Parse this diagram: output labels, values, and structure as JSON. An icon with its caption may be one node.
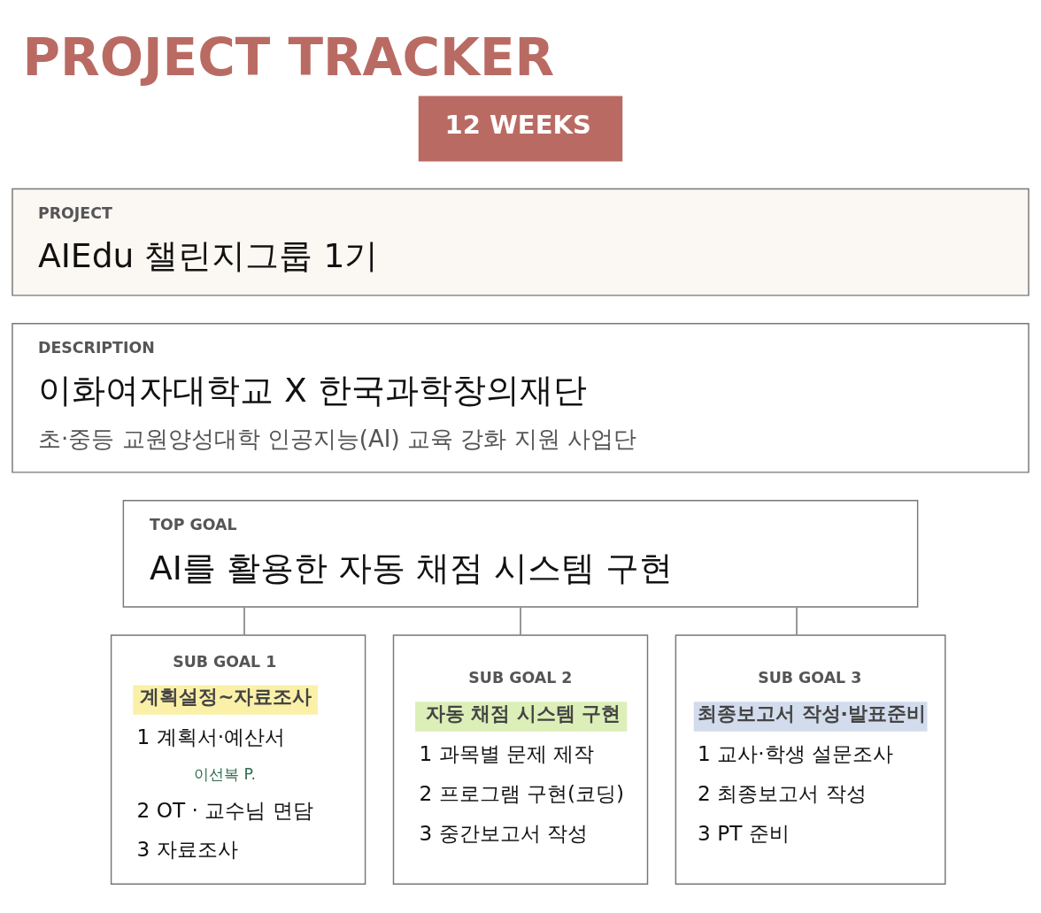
{
  "diagram": {
    "title": "PROJECT TRACKER",
    "nodes": [
      {
        "text": [
          "12 WEEKS"
        ]
      },
      {
        "text": [
          "PROJECT",
          "AIEdu 챌린지그룹 1기"
        ]
      },
      {
        "text": [
          "DESCRIPTION",
          "이화여자대학교 X 한국과학창의재단",
          "초·중등 교원양성대학 인공지능(AI) 교육 강화 지원 사업단"
        ]
      },
      {
        "text": [
          "TOP GOAL",
          "AI를 활용한 자동 채점 시스템 구현"
        ]
      },
      {
        "text": [
          "SUB GOAL 1",
          "계획설정~자료조사",
          "1 계획서·예산서",
          "이선복 P.",
          "2 OT · 교수님 면담",
          "3 자료조사"
        ]
      },
      {
        "text": [
          "SUB GOAL 2",
          "자동 채점 시스템 구현",
          "1 과목별 문제 제작",
          "2 프로그램 구현(코딩)",
          "3 중간보고서 작성"
        ]
      },
      {
        "text": [
          "SUB GOAL 3",
          "최종보고서 작성·발표준비",
          "1 교사·학생 설문조사",
          "2 최종보고서 작성",
          "3 PT 준비"
        ]
      }
    ],
    "edges": [
      {
        "from": 3,
        "to": 4,
        "arrow": "none"
      },
      {
        "from": 3,
        "to": 5,
        "arrow": "none"
      },
      {
        "from": 3,
        "to": 6,
        "arrow": "none"
      }
    ]
  }
}
